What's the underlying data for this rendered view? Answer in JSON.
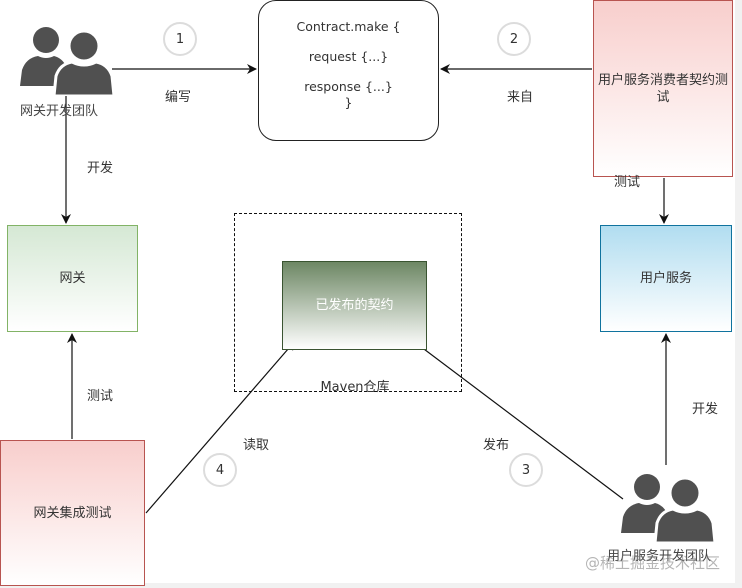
{
  "diagram": {
    "nodes": {
      "gateway_team": {
        "label": "网关开发团队",
        "icon": "users-icon"
      },
      "user_service_team": {
        "label": "用户服务开发团队",
        "icon": "users-icon"
      },
      "contract": {
        "lines": [
          "Contract.make {",
          "request  {...}",
          "response {...}",
          "}"
        ]
      },
      "consumer_contract_test": {
        "label": "用户服务消费者契约测试"
      },
      "gateway": {
        "label": "网关"
      },
      "user_service": {
        "label": "用户服务"
      },
      "published_contract": {
        "label": "已发布的契约"
      },
      "maven_repo": {
        "label": "Maven仓库"
      },
      "gateway_integration_test": {
        "label": "网关集成测试"
      }
    },
    "edges": [
      {
        "from": "gateway_team",
        "to": "contract",
        "label": "编写",
        "step": "1"
      },
      {
        "from": "consumer_contract_test",
        "to": "contract",
        "label": "来自",
        "step": "2"
      },
      {
        "from": "user_service_team",
        "to": "published_contract",
        "label": "发布",
        "step": "3"
      },
      {
        "from": "gateway_integration_test",
        "to": "published_contract",
        "label": "读取",
        "step": "4"
      },
      {
        "from": "gateway_team",
        "to": "gateway",
        "label": "开发"
      },
      {
        "from": "gateway_integration_test",
        "to": "gateway",
        "label": "测试"
      },
      {
        "from": "consumer_contract_test",
        "to": "user_service",
        "label": "测试"
      },
      {
        "from": "user_service_team",
        "to": "user_service",
        "label": "开发"
      }
    ]
  },
  "watermark": "@稀土掘金技术社区",
  "colors": {
    "gateway_fill": "#d5e8d4",
    "gateway_stroke": "#82b366",
    "user_service_fill": "#b1ddf0",
    "user_service_stroke": "#10739e",
    "test_fill": "#f8cecc",
    "test_stroke": "#b85450",
    "published_fill": "#6d8764",
    "actor": "#505050"
  }
}
